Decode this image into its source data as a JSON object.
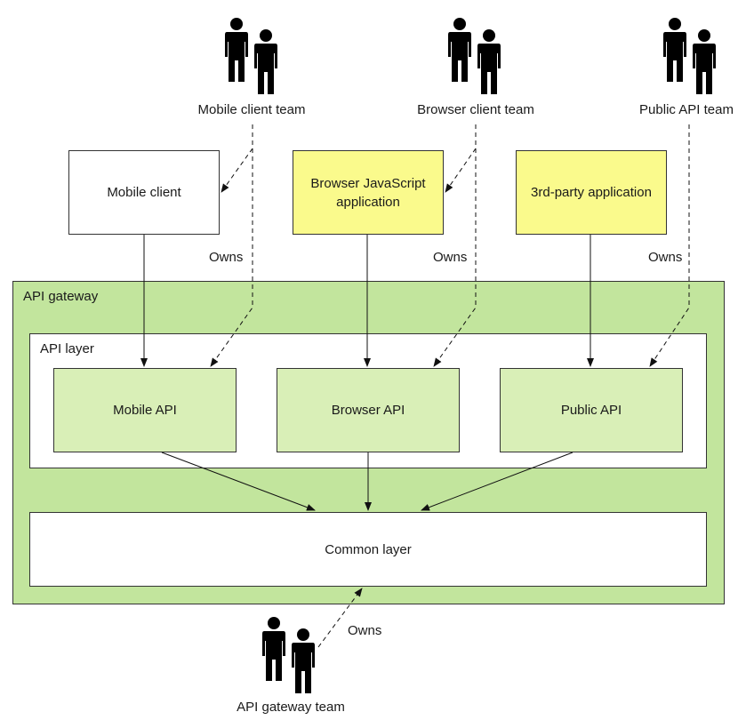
{
  "teams": {
    "mobile": "Mobile client team",
    "browser": "Browser client team",
    "public": "Public API team",
    "gateway": "API gateway team"
  },
  "clients": {
    "mobile": "Mobile client",
    "browser": "Browser JavaScript\napplication",
    "third_party": "3rd-party application"
  },
  "owns_label": "Owns",
  "gateway": {
    "title": "API gateway",
    "api_layer": {
      "title": "API layer",
      "mobile_api": "Mobile API",
      "browser_api": "Browser API",
      "public_api": "Public API"
    },
    "common_layer": "Common layer"
  },
  "colors": {
    "gateway_fill": "#c2e59d",
    "api_fill": "#d9efb7",
    "client_highlight": "#fafa8c",
    "white": "#ffffff",
    "stroke": "#333333"
  },
  "icons": {
    "team": "two-people-icon"
  }
}
